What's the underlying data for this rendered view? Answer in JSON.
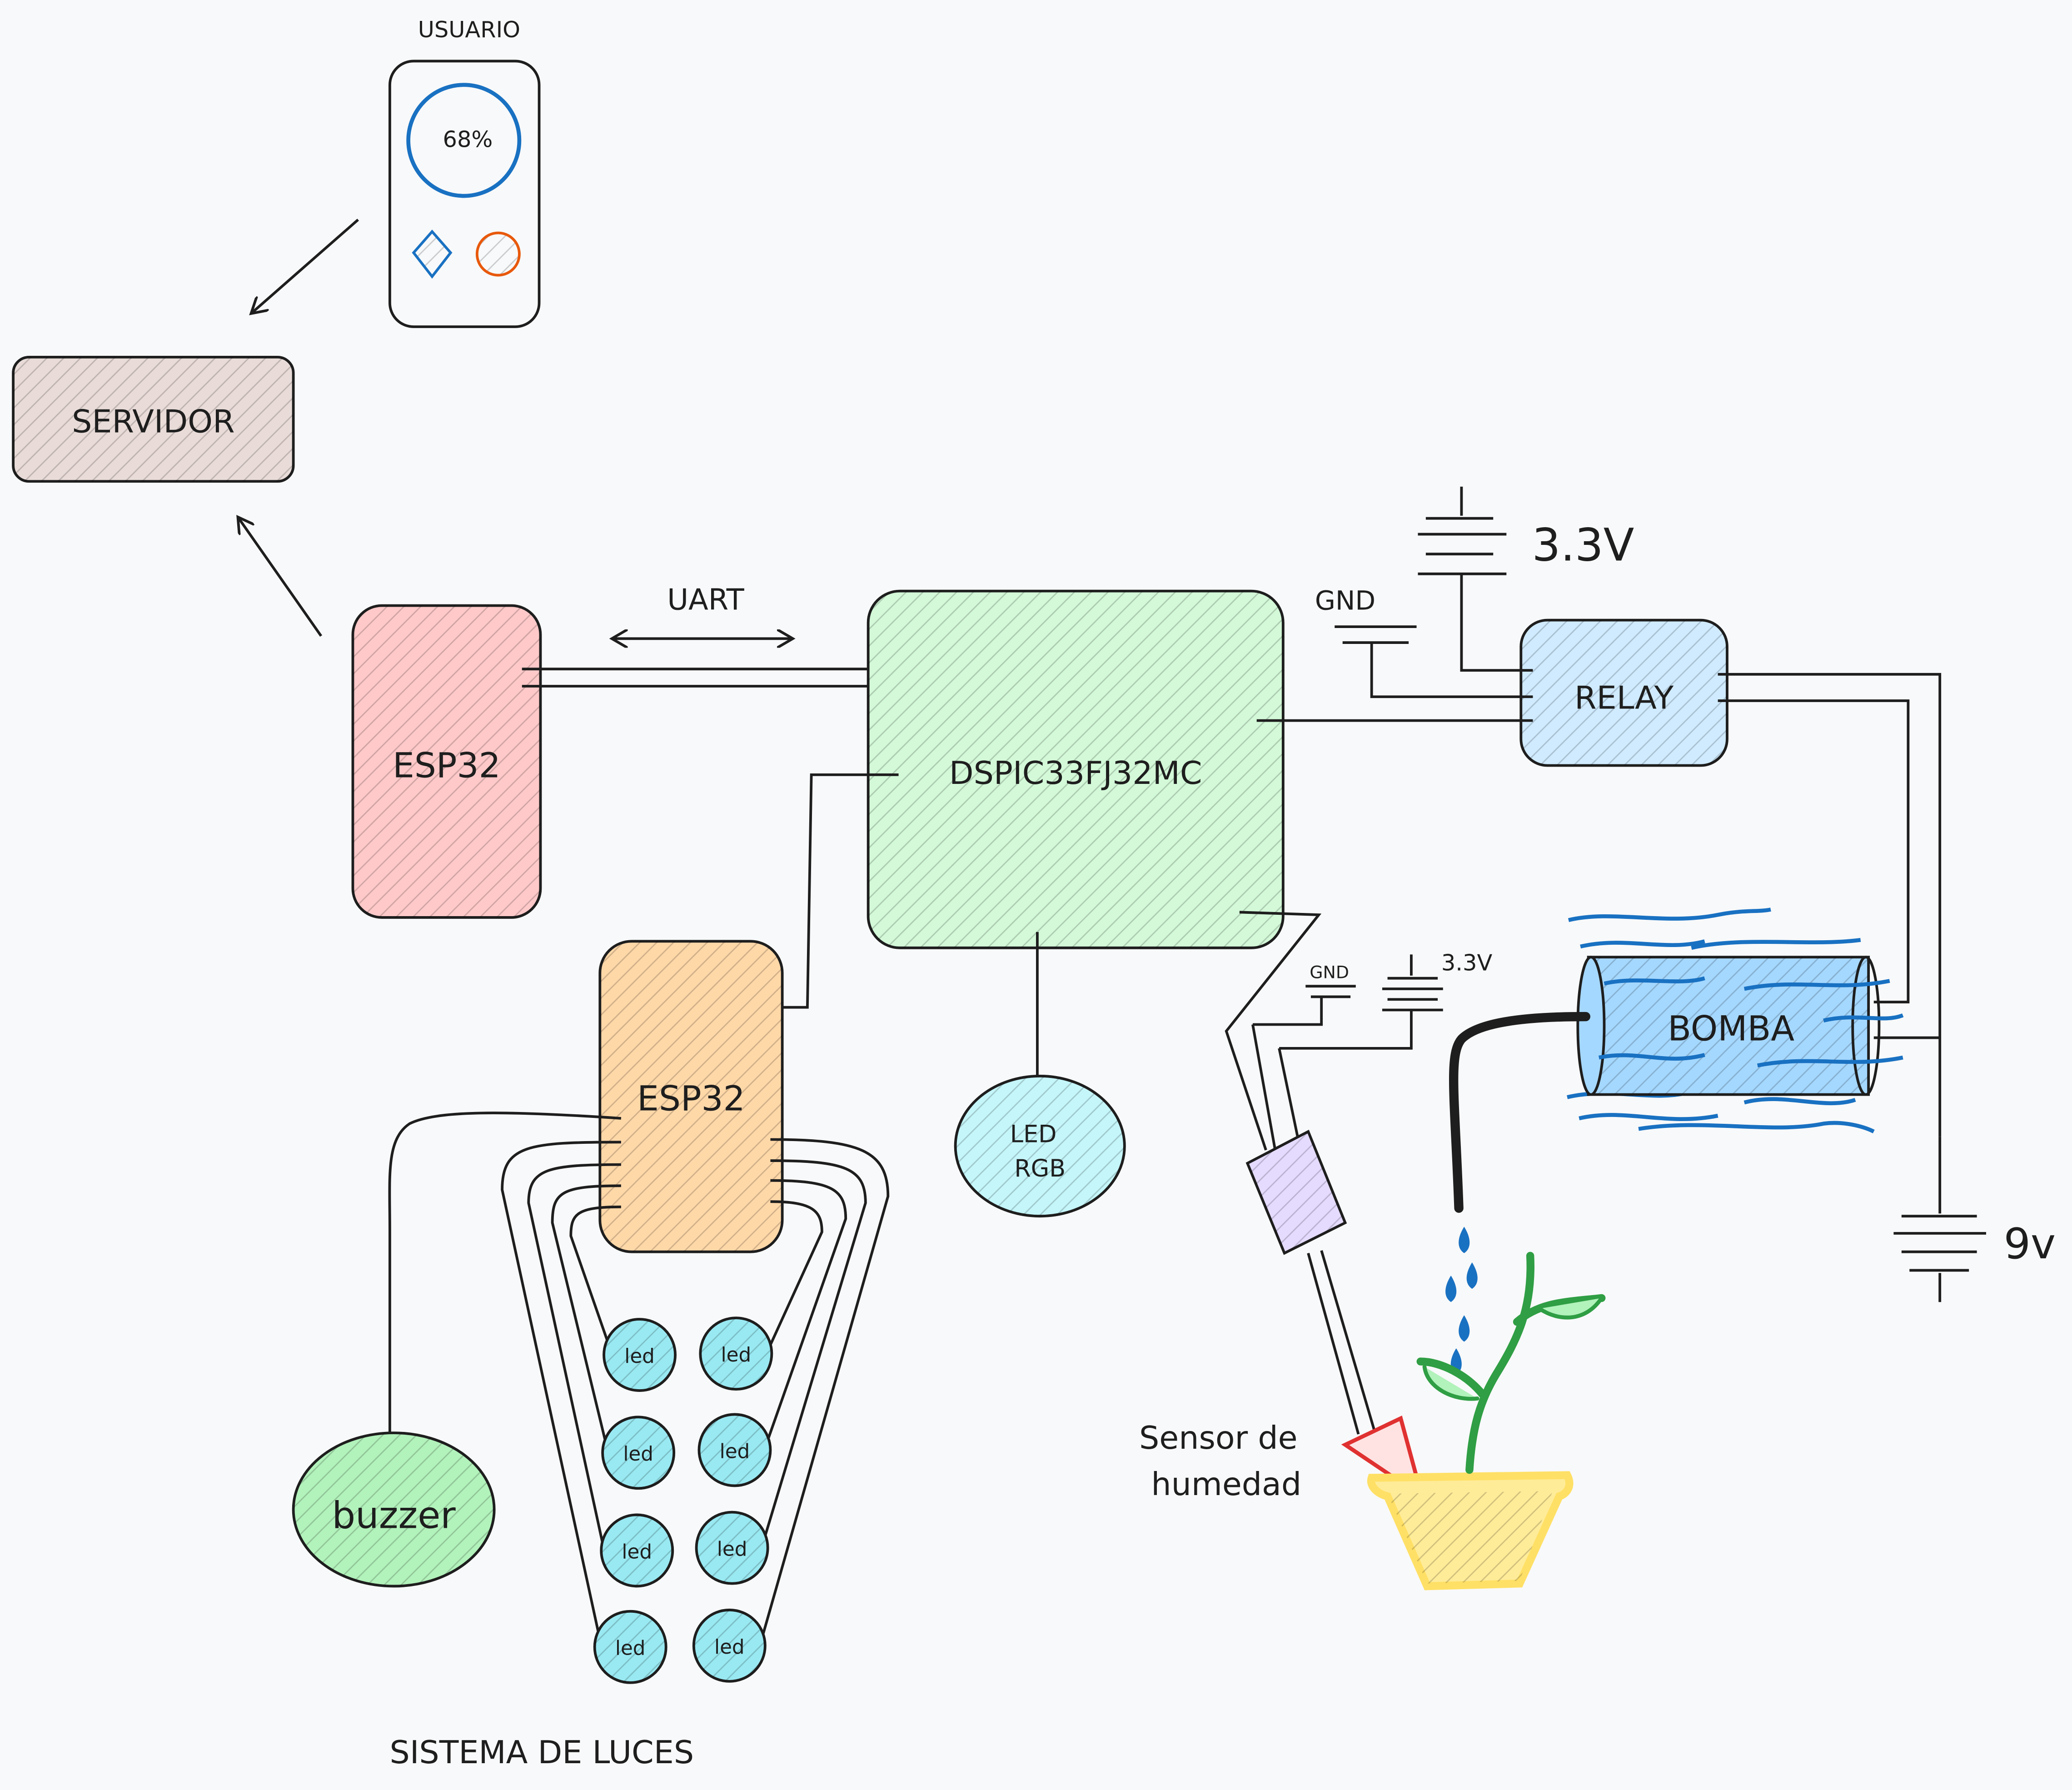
{
  "labels": {
    "usuario": "USUARIO",
    "phone_percent": "68%",
    "servidor": "SERVIDOR",
    "esp32_main": "ESP32",
    "uart": "UART",
    "dspic": "DSPIC33FJ32MC",
    "esp32_lights": "ESP32",
    "led_rgb_line1": "LED",
    "led_rgb_line2": "RGB",
    "buzzer": "buzzer",
    "led": "led",
    "sistema_luces": "SISTEMA DE LUCES",
    "relay": "RELAY",
    "gnd_relay": "GND",
    "v33_relay": "3.3V",
    "bomba": "BOMBA",
    "v9": "9v",
    "gnd_sensor": "GND",
    "v33_sensor": "3.3V",
    "sensor_line1": "Sensor de",
    "sensor_line2": "humedad"
  },
  "colors": {
    "stroke": "#1e1e1e",
    "background": "#f8f9fa",
    "server_fill": "#e9dcd8",
    "esp32_main_fill": "#ffc9c9",
    "esp32_main_stroke": "#e03131",
    "dspic_fill": "#d3f9d8",
    "dspic_stroke": "#2f9e44",
    "esp32_lights_fill": "#ffd8a8",
    "esp32_lights_stroke": "#e8590c",
    "led_rgb_fill": "#c5f6fa",
    "led_rgb_stroke": "#0c8599",
    "buzzer_fill": "#b2f2bb",
    "buzzer_stroke": "#2b8a3e",
    "led_fill": "#99e9f2",
    "led_stroke": "#0c8599",
    "relay_fill": "#d0ebff",
    "relay_stroke": "#1971c2",
    "bomba_fill": "#a5d8ff",
    "water_blue": "#1971c2",
    "sensor_fill": "#e5dbff",
    "sensor_stroke": "#9c36b5",
    "probe_red": "#e03131",
    "pot_fill": "#ffec99",
    "pot_stroke": "#f08c00",
    "plant_green": "#2f9e44",
    "phone_blue": "#1971c2",
    "phone_orange": "#e8590c"
  },
  "icons": [
    "phone-icon",
    "diamond-icon",
    "circle-icon",
    "battery-icon",
    "plant-icon",
    "water-drop-icon",
    "pot-icon"
  ]
}
